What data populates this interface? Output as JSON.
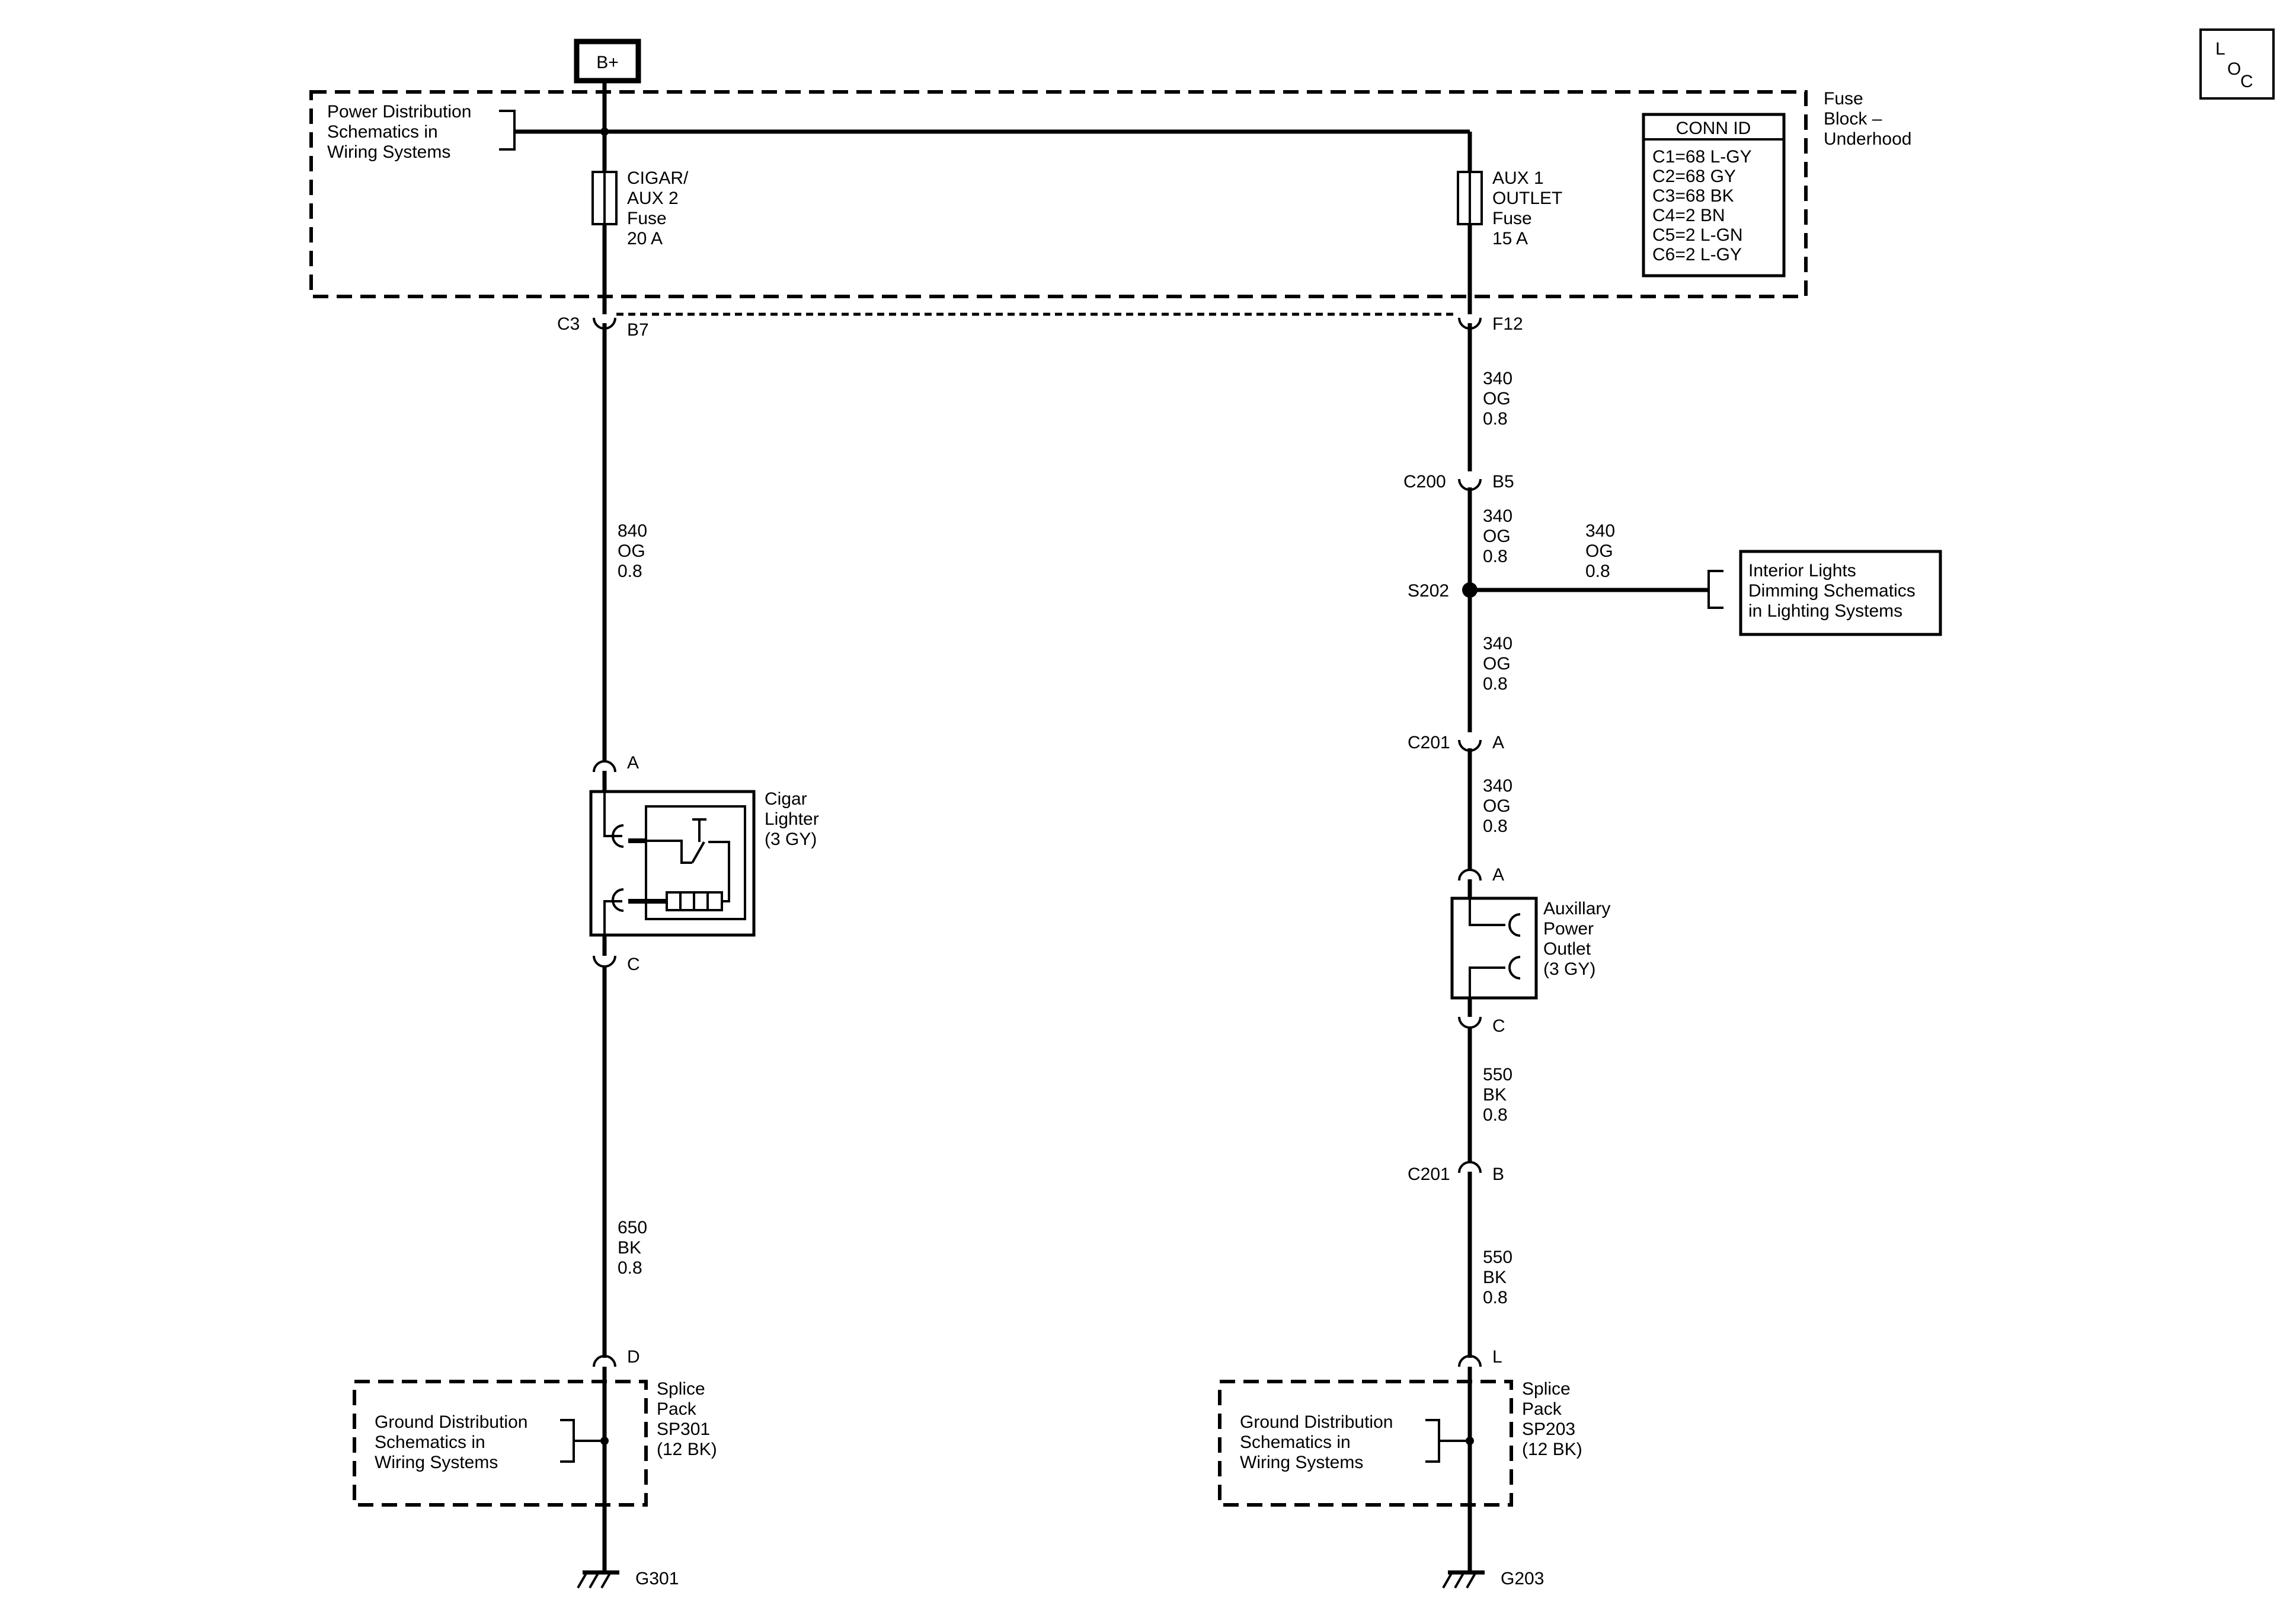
{
  "battery": "B+",
  "loc_mark": [
    "L",
    "O",
    "C"
  ],
  "fuse_block": {
    "line1": "Fuse",
    "line2": "Block –",
    "line3": "Underhood"
  },
  "power_dist_ref": [
    "Power Distribution",
    "Schematics in",
    "Wiring Systems"
  ],
  "conn_id": {
    "title": "CONN ID",
    "rows": [
      "C1=68 L-GY",
      "C2=68 GY",
      "C3=68 BK",
      "C4=2 BN",
      "C5=2 L-GN",
      "C6=2 L-GY"
    ]
  },
  "fuse_left": [
    "CIGAR/",
    "AUX 2",
    "Fuse",
    "20 A"
  ],
  "fuse_right": [
    "AUX 1",
    "OUTLET",
    "Fuse",
    "15 A"
  ],
  "connectors": {
    "c3": "C3",
    "b7": "B7",
    "f12": "F12",
    "c200": "C200",
    "b5": "B5",
    "s202": "S202",
    "c201_a": "C201",
    "a1": "A",
    "c201_b": "C201",
    "b1": "B",
    "lighter_a": "A",
    "lighter_c": "C",
    "lighter_d": "D",
    "outlet_a": "A",
    "outlet_c": "C",
    "outlet_l": "L"
  },
  "wires": {
    "left_840": [
      "840",
      "OG",
      "0.8"
    ],
    "left_650": [
      "650",
      "BK",
      "0.8"
    ],
    "right_340_a": [
      "340",
      "OG",
      "0.8"
    ],
    "right_340_b": [
      "340",
      "OG",
      "0.8"
    ],
    "right_340_branch": [
      "340",
      "OG",
      "0.8"
    ],
    "right_340_c": [
      "340",
      "OG",
      "0.8"
    ],
    "right_340_d": [
      "340",
      "OG",
      "0.8"
    ],
    "right_550_a": [
      "550",
      "BK",
      "0.8"
    ],
    "right_550_b": [
      "550",
      "BK",
      "0.8"
    ]
  },
  "interior_lights_ref": [
    "Interior Lights",
    "Dimming Schematics",
    "in Lighting Systems"
  ],
  "cigar_lighter": [
    "Cigar",
    "Lighter",
    "(3 GY)"
  ],
  "aux_outlet": [
    "Auxillary",
    "Power",
    "Outlet",
    "(3 GY)"
  ],
  "splice_left": [
    "Splice",
    "Pack",
    "SP301",
    "(12 BK)"
  ],
  "splice_right": [
    "Splice",
    "Pack",
    "SP203",
    "(12 BK)"
  ],
  "ground_ref_left": [
    "Ground Distribution",
    "Schematics in",
    "Wiring Systems"
  ],
  "ground_ref_right": [
    "Ground Distribution",
    "Schematics in",
    "Wiring Systems"
  ],
  "grounds": {
    "left": "G301",
    "right": "G203"
  }
}
